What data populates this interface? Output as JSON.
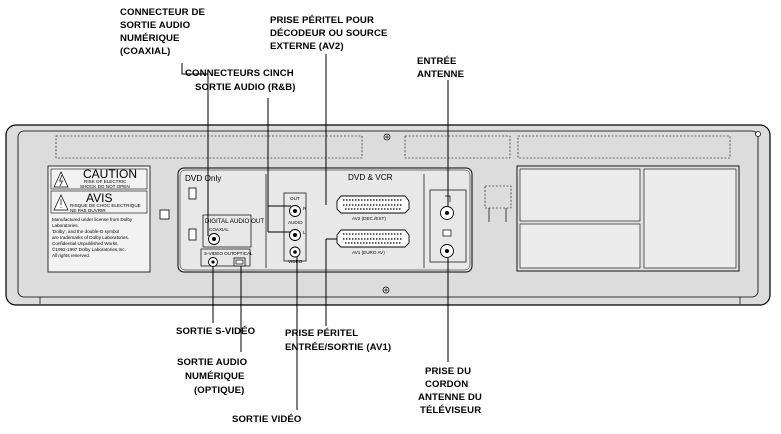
{
  "callouts": {
    "coax_line1": "CONNECTEUR DE",
    "coax_line2": "SORTIE AUDIO",
    "coax_line3": "NUMÉRIQUE",
    "coax_line4": "(COAXIAL)",
    "cinch_line1": "CONNECTEURS CINCH",
    "cinch_line2": "SORTIE AUDIO (R&B)",
    "peritel_av2_line1": "PRISE PÉRITEL POUR",
    "peritel_av2_line2": "DÉCODEUR OU SOURCE",
    "peritel_av2_line3": "EXTERNE (AV2)",
    "antenna_in_line1": "ENTRÉE",
    "antenna_in_line2": "ANTENNE",
    "svideo": "SORTIE S-VIDÉO",
    "optical_line1": "SORTIE AUDIO",
    "optical_line2": "NUMÉRIQUE",
    "optical_line3": "(OPTIQUE)",
    "video_out": "SORTIE VIDÉO",
    "peritel_av1_line1": "PRISE PÉRITEL",
    "peritel_av1_line2": "ENTRÉE/SORTIE (AV1)",
    "tv_line1": "PRISE DU",
    "tv_line2": "CORDON",
    "tv_line3": "ANTENNE DU",
    "tv_line4": "TÉLÉVISEUR"
  },
  "panel": {
    "dvd_only": "DVD Only",
    "dvd_vcr": "DVD & VCR",
    "digital_audio_out": "DIGITAL AUDIO OUT",
    "coaxial": "COAXIAL",
    "optical": "OPTICAL",
    "svideo_out": "S-VIDEO OUT",
    "out": "OUT",
    "r": "R",
    "audio": "AUDIO",
    "l": "L",
    "video": "VIDEO",
    "av2": "AV2 (DEC./EXT)",
    "av1": "AV1 (EURO AV)"
  },
  "label_plate": {
    "caution": "CAUTION",
    "caution_sub1": "RISK OF ELECTRIC",
    "caution_sub2": "SHOCK DO NOT OPEN",
    "avis": "AVIS",
    "avis_sub1": "RISQUE DE CHOC ELECTRIQUE",
    "avis_sub2": "NE PAS OUVRIR",
    "license1": "Manufactured under license from Dolby",
    "license2": "Laboratories.",
    "license3": "'Dolby', and the double-D symbol",
    "license4": "are trademarks of Dolby Laboratories.",
    "license5": "Confidential Unpublished Works.",
    "license6": "©1992-1997 Dolby Laboratories,Inc.",
    "license7": "All rights reserved."
  }
}
